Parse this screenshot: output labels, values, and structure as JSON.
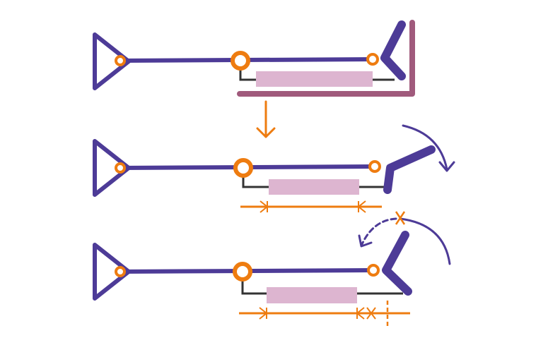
{
  "diagram": {
    "kind": "mechanism-sequence",
    "stages": [
      {
        "id": "stage-1",
        "leg_state": "folded-against-stop"
      },
      {
        "id": "stage-2",
        "leg_state": "rotated-outward"
      },
      {
        "id": "stage-3",
        "leg_state": "folded-back-extended"
      }
    ]
  },
  "colors": {
    "arm": "#4d3b97",
    "pivot": "#ee7c10",
    "slot": "#ddb5d0",
    "stop": "#a05a7c",
    "link": "#333333",
    "dimension": "#ee7c10",
    "background": "#ffffff"
  },
  "icons": [
    "anchor-triangle-icon",
    "down-arrow-icon",
    "rotation-arrow-icon",
    "return-arrow-icon",
    "cross-mark-icon"
  ]
}
